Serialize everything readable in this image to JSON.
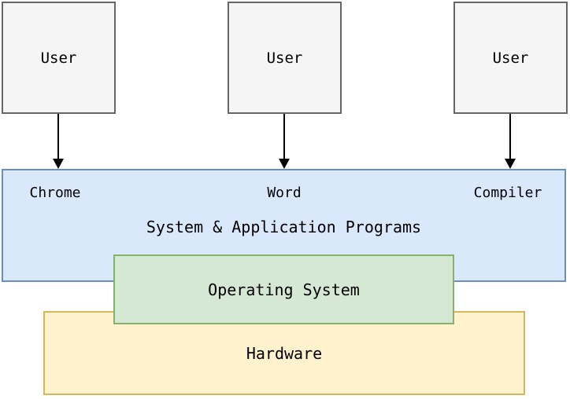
{
  "diagram": {
    "user_boxes": [
      {
        "label": "User"
      },
      {
        "label": "User"
      },
      {
        "label": "User"
      }
    ],
    "app_labels": [
      {
        "label": "Chrome"
      },
      {
        "label": "Word"
      },
      {
        "label": "Compiler"
      }
    ],
    "programs_box": {
      "title": "System & Application Programs",
      "fill": "#dae8fc",
      "border": "#6c8ebf"
    },
    "os_box": {
      "label": "Operating System",
      "fill": "#d5e8d4",
      "border": "#82b366"
    },
    "hardware_box": {
      "label": "Hardware",
      "fill": "#fff2cc",
      "border": "#d6b656"
    },
    "user_box_style": {
      "fill": "#f5f5f5",
      "border": "#666666"
    },
    "arrow_color": "#000000",
    "text_color": "#000000",
    "background": "#ffffff"
  }
}
